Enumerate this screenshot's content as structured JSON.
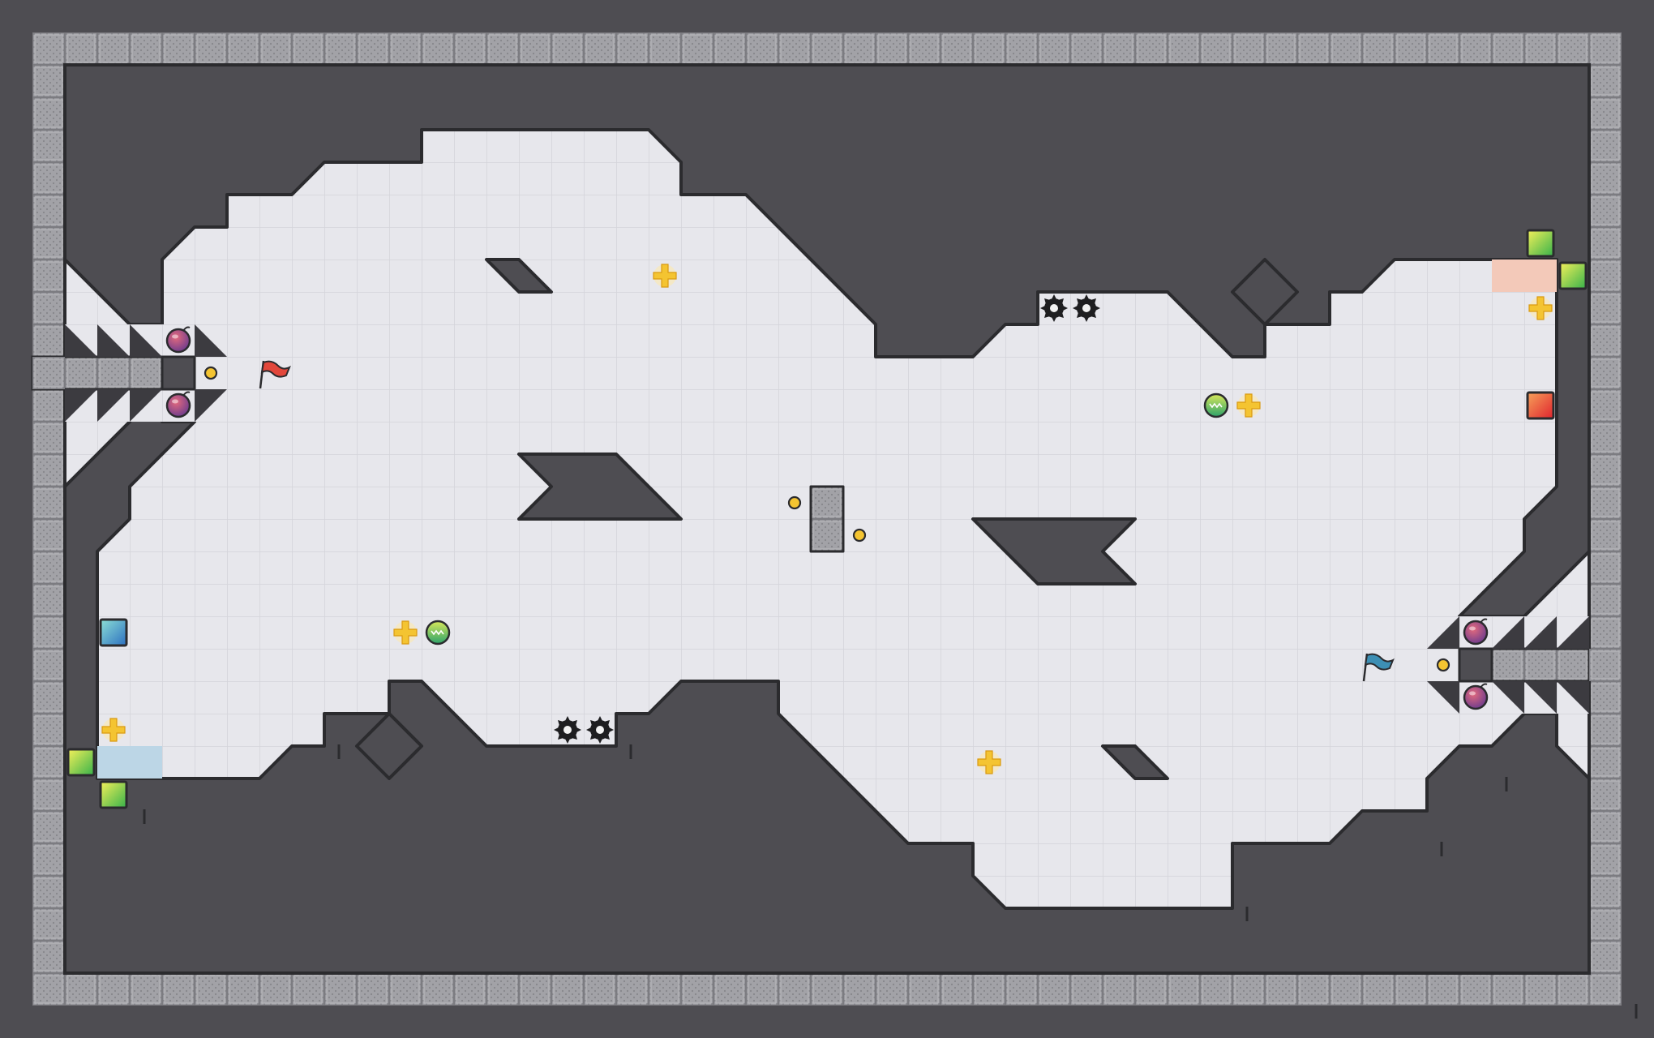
{
  "level": {
    "background_color": "#4e4d52",
    "border_tile_color": "#9b9ba0",
    "floor_color": "#e7e7ec",
    "grid_line_color": "#d6d6dc",
    "outline_color": "#2b2b2e"
  },
  "team_red": {
    "flag_icon": "red-flag",
    "flag_color": "#e2473b",
    "zone_tint": "#f3c9b9"
  },
  "team_blue": {
    "flag_icon": "blue-flag",
    "flag_color": "#3d8fb4",
    "zone_tint": "#bcd6e6"
  },
  "pickups": {
    "powerup_icon": "yellow-cross-powerup",
    "powerup_color": "#f4c431",
    "bomb_icon": "purple-bomb",
    "spike_icon": "black-spike",
    "boost_icon": "green-speed-boost",
    "gate_dot_icon": "yellow-button",
    "tile_icon": "colored-portal-tile"
  }
}
